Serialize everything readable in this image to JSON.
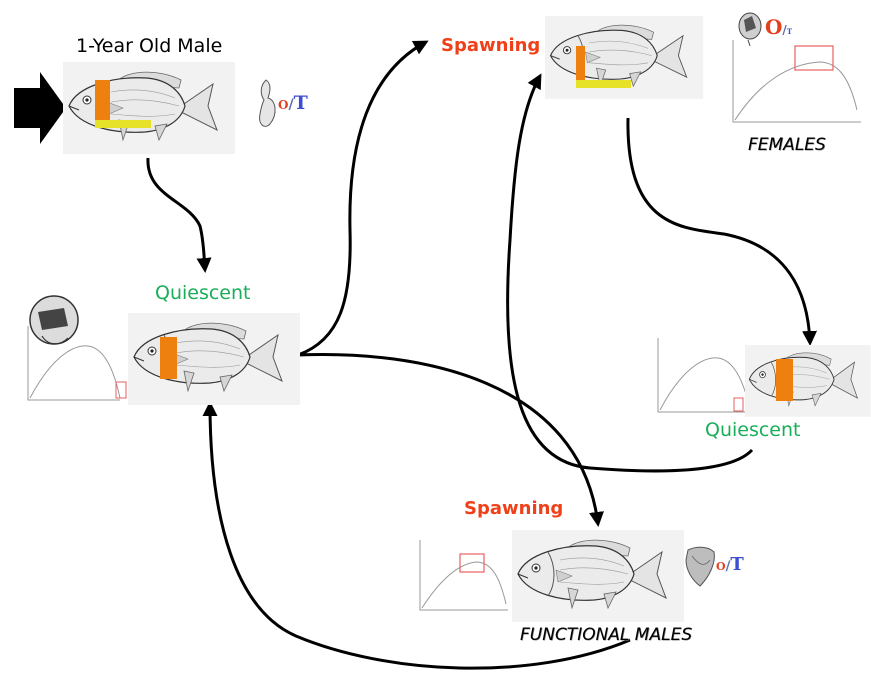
{
  "colors": {
    "arrow": "#000000",
    "quiescent": "#1aae5a",
    "spawning": "#f0401a",
    "height_bar": "#ee8010",
    "length_bar": "#e6e22a",
    "gsi_box": "#e86060"
  },
  "labels": {
    "start": "1-Year Old Male",
    "quiescent_left": "Quiescent",
    "spawning_top": "Spawning",
    "quiescent_right": "Quiescent",
    "spawning_bottom": "Spawning",
    "females": "FEMALES",
    "functional_males": "FUNCTIONAL MALES"
  },
  "gonad_labels": {
    "start": {
      "o": "O",
      "slash": "/",
      "t": "T"
    },
    "females": {
      "o": "O",
      "slash": "/",
      "t": "T"
    },
    "males": {
      "o": "O",
      "slash": "/",
      "t": "T"
    }
  },
  "icons": {
    "entry": "entry-arrow-icon",
    "fish": "fish-icon",
    "gonad": "gonad-icon",
    "gsi_curve": "gsi-curve-icon"
  }
}
